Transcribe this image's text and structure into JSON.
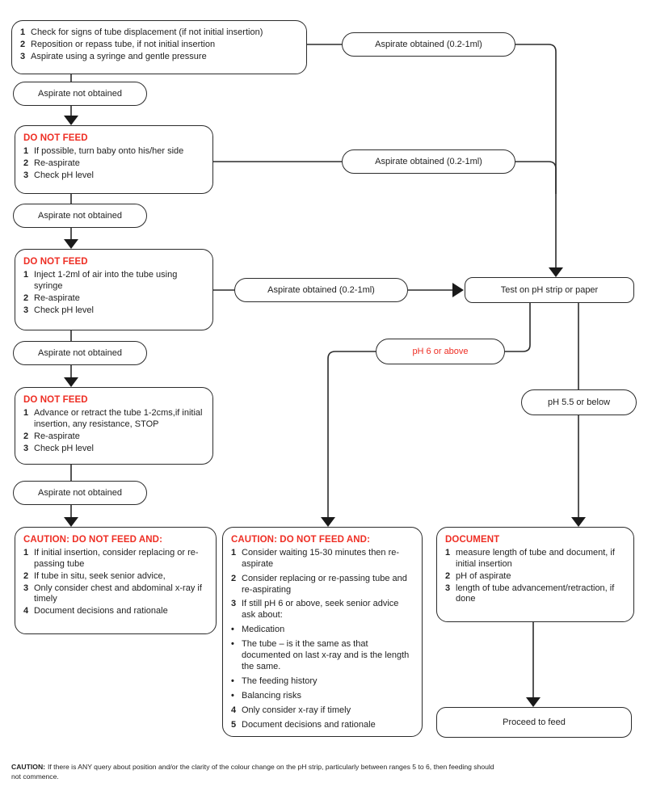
{
  "colors": {
    "accent_red": "#ee2e24",
    "line_ink": "#2b2b2b"
  },
  "boxes": {
    "step1": {
      "items": [
        {
          "n": "1",
          "text": "Check for signs of tube displacement (if not initial insertion)"
        },
        {
          "n": "2",
          "text": "Reposition or repass tube, if not initial insertion"
        },
        {
          "n": "3",
          "text": "Aspirate using a syringe and gentle pressure"
        }
      ]
    },
    "step2": {
      "title": "DO NOT FEED",
      "items": [
        {
          "n": "1",
          "text": "If possible, turn baby onto his/her side"
        },
        {
          "n": "2",
          "text": "Re-aspirate"
        },
        {
          "n": "3",
          "text": "Check pH level"
        }
      ]
    },
    "step3": {
      "title": "DO NOT FEED",
      "items": [
        {
          "n": "1",
          "text": "Inject 1-2ml of air into the tube using syringe"
        },
        {
          "n": "2",
          "text": "Re-aspirate"
        },
        {
          "n": "3",
          "text": "Check pH level"
        }
      ]
    },
    "step4": {
      "title": "DO NOT FEED",
      "items": [
        {
          "n": "1",
          "text": "Advance or retract the tube 1-2cms,if initial insertion, any resistance, STOP"
        },
        {
          "n": "2",
          "text": "Re-aspirate"
        },
        {
          "n": "3",
          "text": "Check pH level"
        }
      ]
    },
    "caution_left": {
      "title": "CAUTION: DO NOT FEED AND:",
      "items": [
        {
          "n": "1",
          "text": "If initial insertion, consider replacing or re-passing tube"
        },
        {
          "n": "2",
          "text": "If tube in situ, seek senior advice,"
        },
        {
          "n": "3",
          "text": "Only consider chest and abdominal x-ray if timely"
        },
        {
          "n": "4",
          "text": "Document decisions and rationale"
        }
      ]
    },
    "caution_mid": {
      "title": "CAUTION: DO NOT FEED AND:",
      "items": [
        {
          "n": "1",
          "text": "Consider waiting 15-30 minutes then re-aspirate"
        },
        {
          "n": "2",
          "text": "Consider replacing or re-passing tube and re-aspirating"
        },
        {
          "n": "3",
          "text": "If still pH 6 or above, seek senior advice ask about:"
        },
        {
          "n": "•",
          "text": "Medication"
        },
        {
          "n": "•",
          "text": "The tube – is it the same as that documented on last x-ray and is the length the same."
        },
        {
          "n": "•",
          "text": "The feeding history"
        },
        {
          "n": "•",
          "text": "Balancing risks"
        },
        {
          "n": "4",
          "text": "Only consider x-ray if timely"
        },
        {
          "n": "5",
          "text": "Document decisions and rationale"
        }
      ]
    },
    "document": {
      "title": "DOCUMENT",
      "items": [
        {
          "n": "1",
          "text": "measure length of tube and document, if initial insertion"
        },
        {
          "n": "2",
          "text": "pH of aspirate"
        },
        {
          "n": "3",
          "text": "length of tube advancement/retraction, if done"
        }
      ]
    }
  },
  "pills": {
    "aspirate_obtained": "Aspirate obtained (0.2-1ml)",
    "aspirate_not_obtained": "Aspirate not obtained",
    "test": "Test on pH strip or paper",
    "ph6": "pH 6 or above",
    "ph55": "pH 5.5 or below",
    "proceed": "Proceed to feed"
  },
  "footer": {
    "label": "CAUTION:",
    "text": "If there is ANY query about position and/or the clarity of the colour change on the pH strip, particularly between ranges 5 to 6, then feeding should not commence."
  }
}
